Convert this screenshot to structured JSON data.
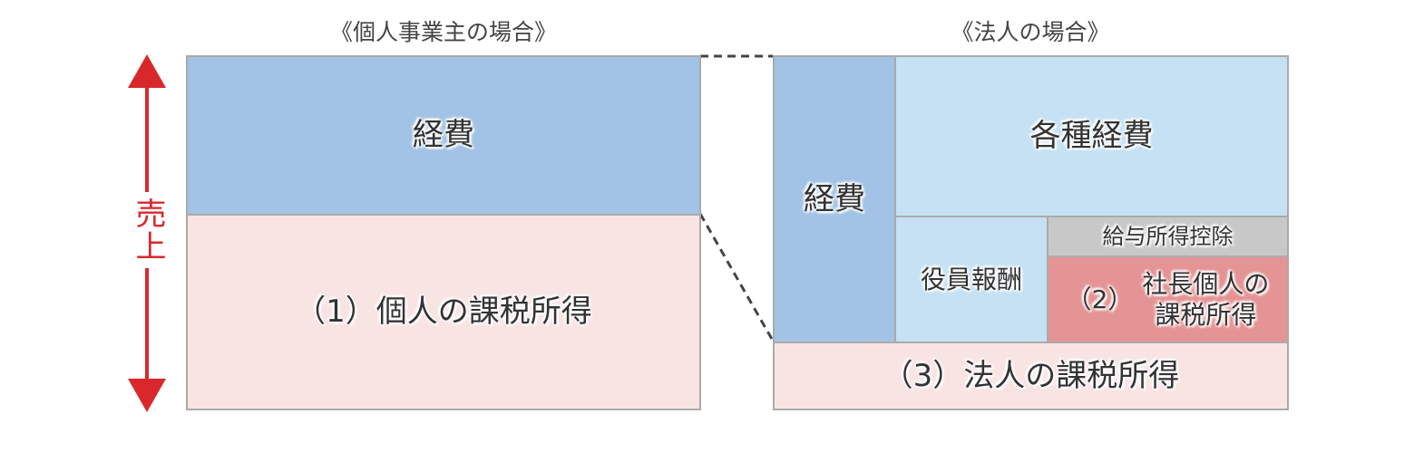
{
  "left_heading": "《個人事業主の場合》",
  "right_heading": "《法人の場合》",
  "axis_label": "売上",
  "left": {
    "expenses": "経費",
    "income": "（1）個人の課税所得"
  },
  "right": {
    "expenses": "経費",
    "other_expenses": "各種経費",
    "officer_pay": "役員報酬",
    "salary_deduction": "給与所得控除",
    "president_income_number": "（2）",
    "president_income_line1": "社長個人の",
    "president_income_line2": "課税所得",
    "corporate_income": "（3）法人の課税所得"
  },
  "colors": {
    "arrow": "#d9282b",
    "expense_blue": "#a2c3e5",
    "light_blue": "#c5e1f3",
    "light_pink": "#f9e4e4",
    "deduction_gray": "#c8c8c8",
    "income_red": "#e59495",
    "border_gray": "#aaaaaa",
    "dashed": "#444444"
  }
}
